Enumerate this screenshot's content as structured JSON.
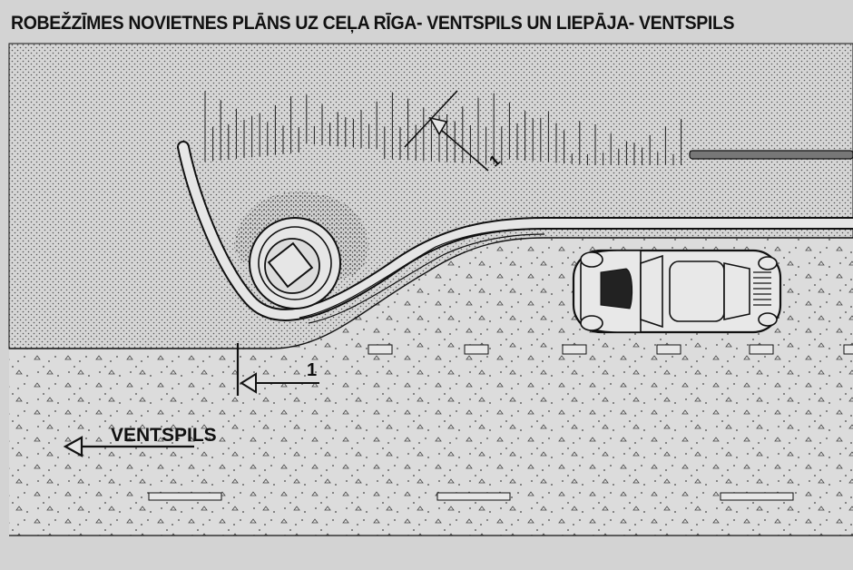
{
  "title": "ROBEŽZĪMES NOVIETNES PLĀNS UZ CEĻA RĪGA- VENTSPILS UN LIEPĀJA- VENTSPILS",
  "labels": {
    "sign_ref_road": "1",
    "sign_ref_top": "1",
    "direction": "VENTSPILS"
  },
  "colors": {
    "paper": "#d3d3d3",
    "lane_area": "#dcdcdc",
    "ink": "#111111",
    "dots": "#555555"
  },
  "icons": [
    "direction-arrow-icon",
    "sign-pointer-icon",
    "car-icon"
  ]
}
